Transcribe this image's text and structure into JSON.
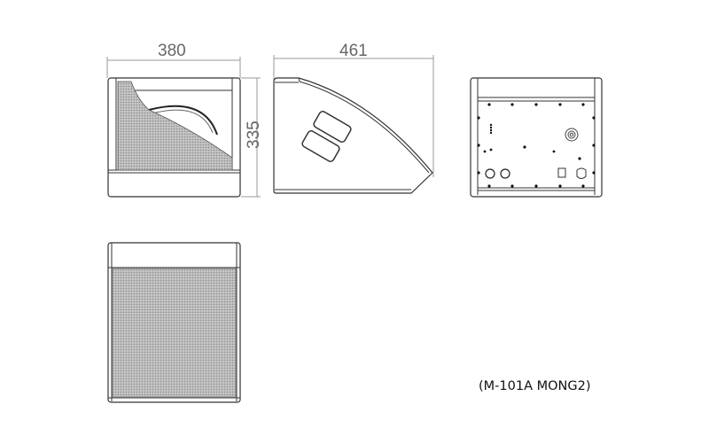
{
  "drawing": {
    "subject": "speaker monitor technical drawing",
    "views": [
      "front-cutaway",
      "side",
      "rear-panel",
      "front-grille"
    ],
    "dimensions": {
      "front_width": "380",
      "front_height": "335",
      "side_depth": "461"
    },
    "model_label": "(M-101A MONG2)",
    "colors": {
      "line": "#333333",
      "dimension_line": "#999999",
      "grille": "#b5b5b5"
    }
  }
}
